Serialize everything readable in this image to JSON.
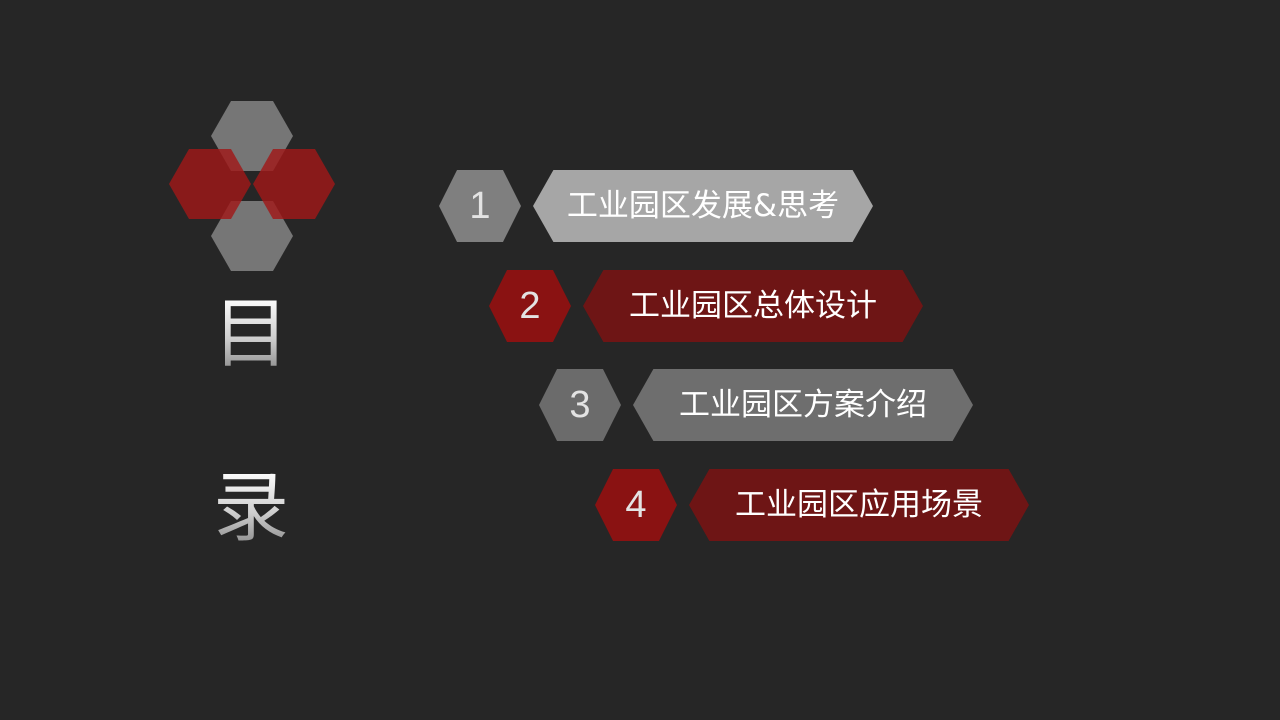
{
  "title": {
    "char1": "目",
    "char2": "录"
  },
  "colors": {
    "background": "#262626",
    "accent_red": "#8a1515",
    "accent_gray": "#8c8c8c",
    "text_light": "#ffffff"
  },
  "logo": {
    "icon": "hexagon-cluster-icon"
  },
  "items": [
    {
      "number": "1",
      "label": "工业园区发展&思考",
      "badge_color": "#7f7f7f",
      "bar_color": "#a6a6a6"
    },
    {
      "number": "2",
      "label": "工业园区总体设计",
      "badge_color": "#8a1212",
      "bar_color": "#6e1515"
    },
    {
      "number": "3",
      "label": "工业园区方案介绍",
      "badge_color": "#6b6b6b",
      "bar_color": "#6e6e6e"
    },
    {
      "number": "4",
      "label": "工业园区应用场景",
      "badge_color": "#8a1212",
      "bar_color": "#6e1515"
    }
  ]
}
